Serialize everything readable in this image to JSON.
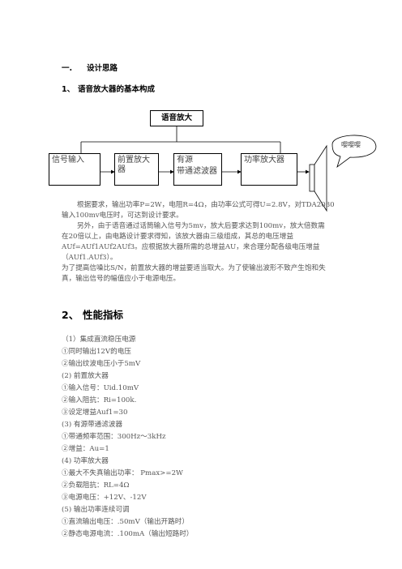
{
  "section1": {
    "heading_num": "一.",
    "heading_text": "设计思路",
    "sub1_num": "1、",
    "sub1_text": "语音放大器的基本构成"
  },
  "diagram": {
    "top_box": "语音放大",
    "box_signal": "信号输入",
    "box_preamp": "前置放大器",
    "box_filter_l1": "有源",
    "box_filter_l2": "带通滤波器",
    "box_power": "功率放大器",
    "speaker_bubble": "嘤嘤嘤"
  },
  "paragraphs": [
    "根据要求，输出功率P=2W，电阻R=4Ω，由功率公式可得U=2.8V，对TDA2030",
    "输入100mv电压时，可达到设计要求。",
    "另外，由于语音通过话筒输入信号为5mv，放大后要求达到100mv，放大倍数需",
    "在20倍以上，由电路设计要求得知，该放大器由三级组成，其总的电压增益",
    "AUf=AUf1AUf2AUf3。应根据放大器所需的总增益AU，来合理分配各级电压增益",
    "（AUf1.AUf3）。",
    "为了提高信噪比S/N，前置放大器的增益要适当取大。为了使输出波形不致产生饱和失",
    "真，输出信号的幅值应小于电源电压。"
  ],
  "section2": {
    "num": "2、",
    "text": "性能指标"
  },
  "specs": [
    "（1）集成直流稳压电源",
    "①同时输出12V的电压",
    "②输出纹波电压小于5mV",
    "(2)  前置放大器",
    "①输入信号：Uid.10mV",
    "②输入阻抗：Ri=100k.",
    "③设定增益Auf1=30",
    "(3)  有源带通滤波器",
    "①带通频率范围：300Hz～3kHz",
    "②增益：Au=1",
    "(4)  功率放大器",
    "①最大不失真输出功率：   Pmax>=2W",
    "②负载阻抗：RL=4Ω",
    "③电源电压：+12V、-12V",
    "(5)  输出功率连续可调",
    "①直流输出电压：.50mV（输出开路时）",
    "②静态电源电流：.100mA（输出短路时）"
  ]
}
